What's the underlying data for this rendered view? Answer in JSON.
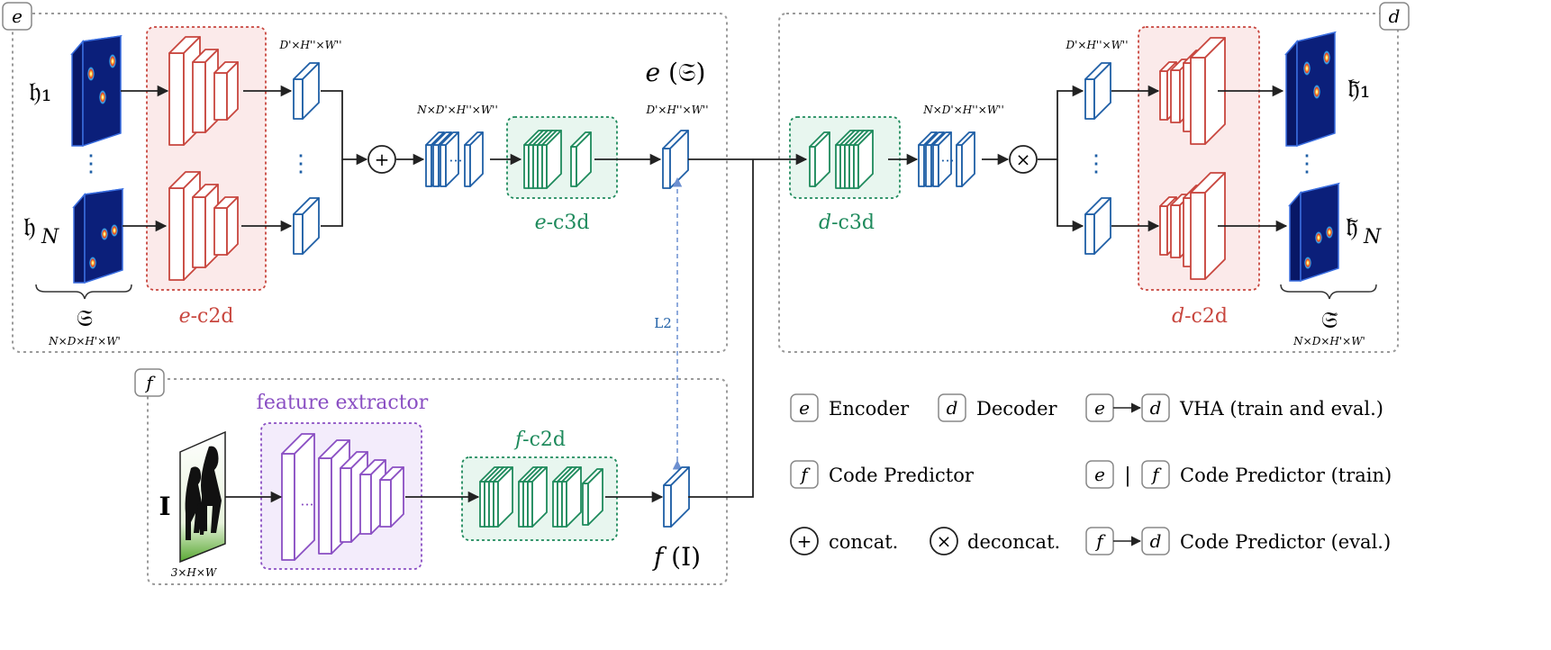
{
  "colors": {
    "frame": "#9a9a9a",
    "red": "#c8463e",
    "red_fill": "#fbeaea",
    "green": "#1e8a5c",
    "green_fill": "#e8f6ef",
    "blue": "#1f5fa6",
    "purple": "#8a4fc3",
    "purple_fill": "#f3ecfb",
    "heat_bg": "#0b1f7a",
    "arrow": "#222222",
    "l2": "#6c8fd0"
  },
  "panels": {
    "encoder": {
      "tag": "e",
      "h1": "𝔥₁",
      "hN": "𝔥",
      "hN_sub": "N",
      "dots": "⋮",
      "H_label": "𝔖",
      "H_dims": "N×D×H'×W'",
      "c2d_label_it": "e",
      "c2d_label": "-c2d",
      "dim_top": "D'×H''×W''",
      "dim_mid": "N×D'×H''×W''",
      "dim_code": "D'×H''×W''",
      "c3d_label_it": "e",
      "c3d_label": "-c3d",
      "code_label_it": "e",
      "code_label": " (𝔖)",
      "l2": "L2"
    },
    "decoder": {
      "tag": "d",
      "c3d_label_it": "d",
      "c3d_label": "-c3d",
      "dim_mid": "N×D'×H''×W''",
      "dim_top": "D'×H''×W''",
      "c2d_label_it": "d",
      "c2d_label": "-c2d",
      "out1": "𝔥̃₁",
      "outN": "𝔥̃",
      "outN_sub": "N",
      "dots": "⋮",
      "H_label": "𝔖̃",
      "H_dims": "N×D×H'×W'"
    },
    "predictor": {
      "tag": "f",
      "title": "feature extractor",
      "input": "I",
      "input_dims": "3×H×W",
      "c2d_label_it": "f",
      "c2d_label": "-c2d",
      "code_label_it": "f",
      "code_label": " (I)"
    }
  },
  "legend": {
    "e_tag": "e",
    "d_tag": "d",
    "f_tag": "f",
    "encoder": "Encoder",
    "decoder": "Decoder",
    "vha": "VHA (train and eval.)",
    "code_predictor": "Code Predictor",
    "code_predictor_train": "Code Predictor (train)",
    "code_predictor_eval": "Code Predictor (eval.)",
    "concat_sym": "+",
    "concat": "concat.",
    "deconcat_sym": "×",
    "deconcat": "deconcat.",
    "sep": "|"
  },
  "ops": {
    "concat_sym": "+",
    "deconcat_sym": "×",
    "ellipsis": "···"
  }
}
